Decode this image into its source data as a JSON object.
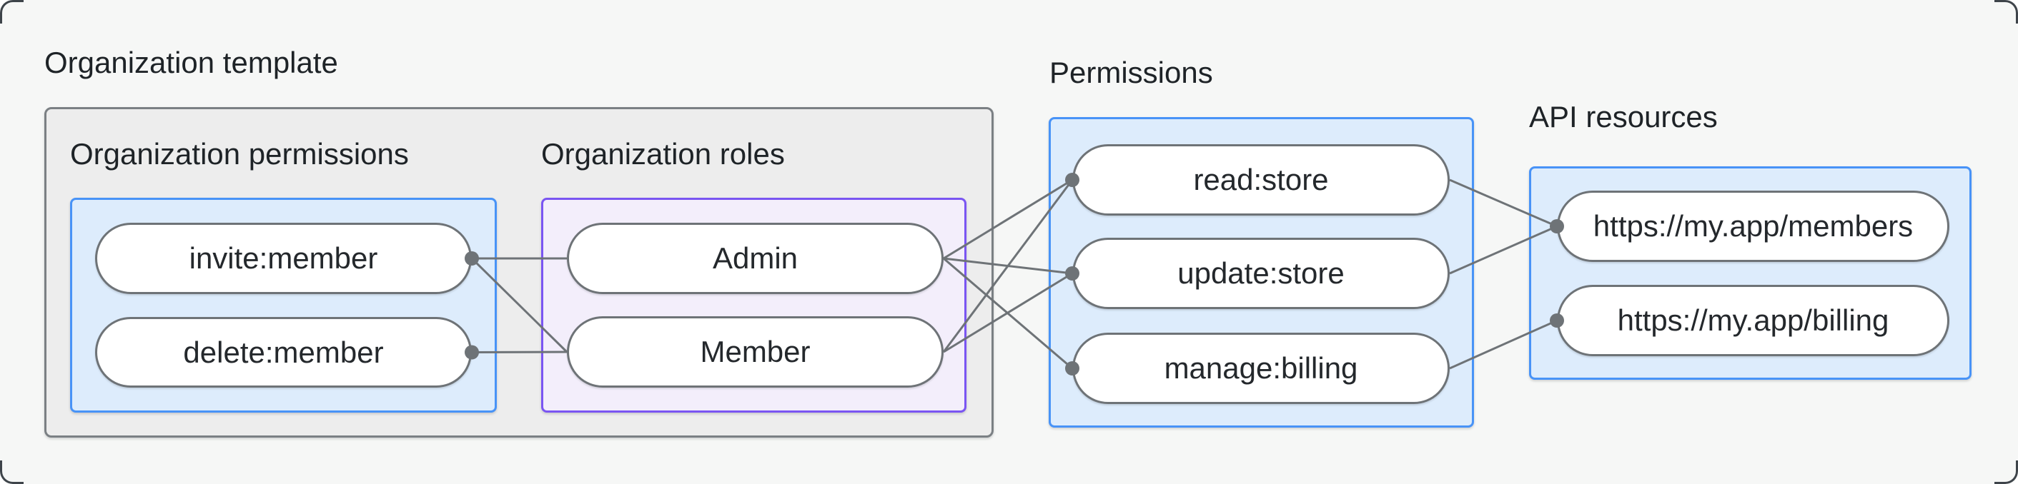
{
  "headings": {
    "org_template": "Organization template",
    "org_permissions": "Organization permissions",
    "org_roles": "Organization roles",
    "permissions": "Permissions",
    "api_resources": "API resources"
  },
  "nodes": {
    "invite": {
      "label": "invite:member"
    },
    "delete": {
      "label": "delete:member"
    },
    "admin": {
      "label": "Admin"
    },
    "member": {
      "label": "Member"
    },
    "read": {
      "label": "read:store"
    },
    "update": {
      "label": "update:store"
    },
    "manage": {
      "label": "manage:billing"
    },
    "members_api": {
      "label": "https://my.app/members"
    },
    "billing_api": {
      "label": "https://my.app/billing"
    }
  },
  "edges": [
    [
      "invite",
      "admin"
    ],
    [
      "invite",
      "member"
    ],
    [
      "delete",
      "member"
    ],
    [
      "admin",
      "read"
    ],
    [
      "admin",
      "update"
    ],
    [
      "admin",
      "manage"
    ],
    [
      "member",
      "read"
    ],
    [
      "member",
      "update"
    ],
    [
      "read",
      "members_api"
    ],
    [
      "update",
      "members_api"
    ],
    [
      "manage",
      "billing_api"
    ]
  ],
  "colors": {
    "canvas_bg": "#f6f7f6",
    "container_fill": "#ededed",
    "container_border": "#7b8084",
    "blue_fill": "#ddecfc",
    "blue_border": "#4893f7",
    "purple_fill": "#f3eefb",
    "purple_border": "#7a55f2",
    "pill_fill": "#ffffff",
    "pill_border": "#6e7377",
    "connector": "#6e7377",
    "text": "#212529"
  }
}
